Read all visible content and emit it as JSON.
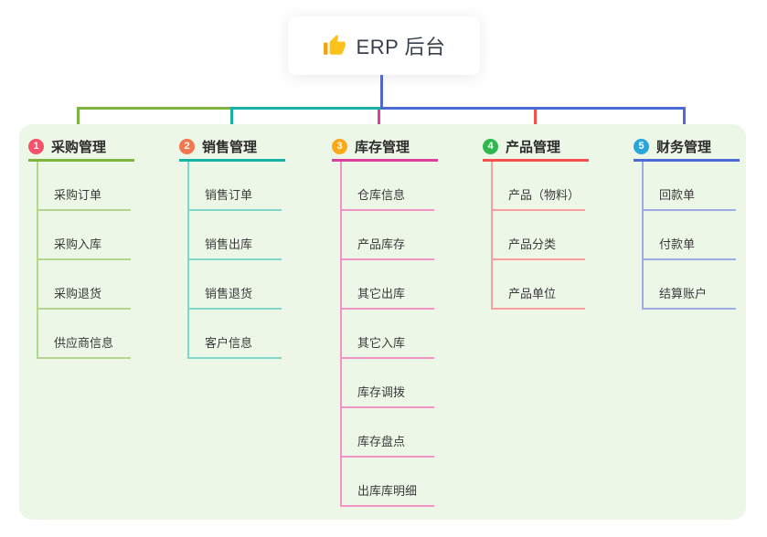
{
  "root": {
    "title": "ERP 后台",
    "icon": "thumbs-up-icon"
  },
  "colors": {
    "root_line": "#5566c9",
    "panel_bg": "#edf7e7",
    "thumb_main": "#fcc21b",
    "thumb_cuff": "#f0a30a"
  },
  "branches": [
    {
      "number": "1",
      "title": "采购管理",
      "badge_color": "#f4516c",
      "line_color": "#7fb43f",
      "child_line_color": "#b2d78c",
      "children": [
        "采购订单",
        "采购入库",
        "采购退货",
        "供应商信息"
      ]
    },
    {
      "number": "2",
      "title": "销售管理",
      "badge_color": "#f4764f",
      "line_color": "#16b3a6",
      "child_line_color": "#7fd6cb",
      "children": [
        "销售订单",
        "销售出库",
        "销售退货",
        "客户信息"
      ]
    },
    {
      "number": "3",
      "title": "库存管理",
      "badge_color": "#fba918",
      "line_color": "#dd3f9d",
      "child_line_color": "#f094c6",
      "children": [
        "仓库信息",
        "产品库存",
        "其它出库",
        "其它入库",
        "库存调拨",
        "库存盘点",
        "出库库明细"
      ]
    },
    {
      "number": "4",
      "title": "产品管理",
      "badge_color": "#2eb84f",
      "line_color": "#f8504f",
      "child_line_color": "#f99f9f",
      "children": [
        "产品（物料）",
        "产品分类",
        "产品单位"
      ]
    },
    {
      "number": "5",
      "title": "财务管理",
      "badge_color": "#29a5dc",
      "line_color": "#4b6ad5",
      "child_line_color": "#9bade2",
      "children": [
        "回款单",
        "付款单",
        "结算账户"
      ]
    }
  ]
}
